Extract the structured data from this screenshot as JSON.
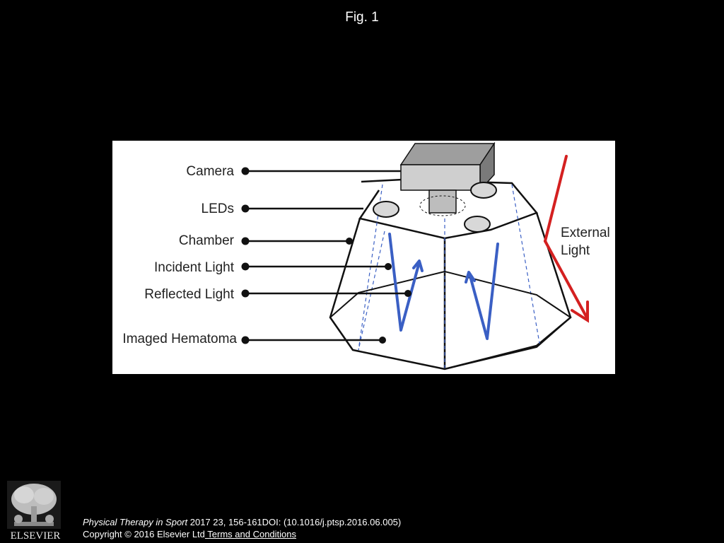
{
  "slide": {
    "title": "Fig. 1"
  },
  "figure": {
    "labels": {
      "camera": "Camera",
      "leds": "LEDs",
      "chamber": "Chamber",
      "incident_light": "Incident Light",
      "reflected_light": "Reflected Light",
      "imaged_hematoma": "Imaged Hematoma",
      "external_light_line1": "External",
      "external_light_line2": "Light"
    },
    "colors": {
      "light_rays": "#3a5fc4",
      "external_light": "#d42020",
      "camera_body": "#cfcfcf"
    }
  },
  "footer": {
    "publisher_logo_text": "ELSEVIER",
    "journal": "Physical Therapy in Sport",
    "citation_rest": " 2017 23, 156-161DOI: (10.1016/j.ptsp.2016.06.005)",
    "copyright": "Copyright © 2016 Elsevier Ltd",
    "terms_link": " Terms and Conditions"
  }
}
